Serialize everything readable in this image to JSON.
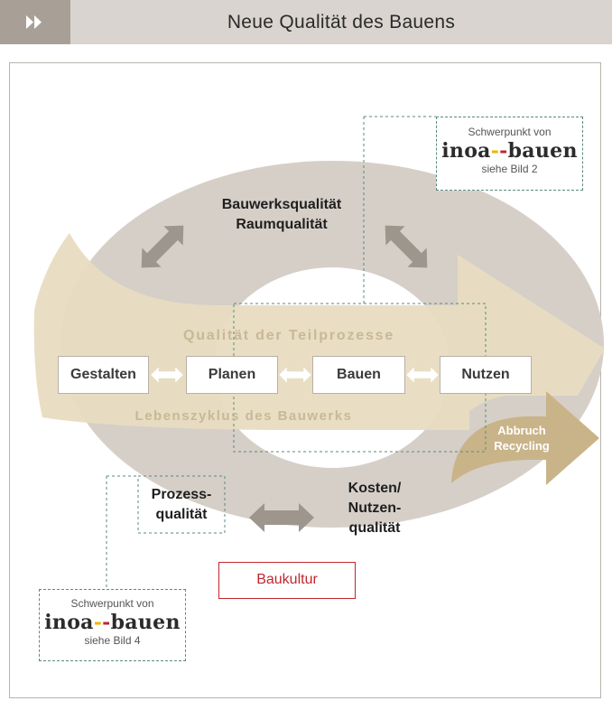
{
  "header": {
    "title": "Neue Qualität des Bauens",
    "icon": "double-chevron-right-icon"
  },
  "callout_top": {
    "line1": "Schwerpunkt von",
    "logo_a": "in",
    "logo_b": "oa",
    "logo_c": "bauen",
    "line3": "siehe Bild 2"
  },
  "callout_bottom": {
    "line1": "Schwerpunkt von",
    "logo_a": "in",
    "logo_b": "oa",
    "logo_c": "bauen",
    "line3": "siehe Bild 4"
  },
  "labels": {
    "bauwerksqualitaet": "Bauwerksqualität",
    "raumqualitaet": "Raumqualität",
    "teilprozesse": "Qualität der Teilprozesse",
    "lebenszyklus": "Lebenszyklus des Bauwerks",
    "abbruch": "Abbruch",
    "recycling": "Recycling",
    "prozess": "Prozess-",
    "prozess2": "qualität",
    "kosten": "Kosten/",
    "nutzen_q": "Nutzen-",
    "qualitaet": "qualität",
    "baukultur": "Baukultur"
  },
  "stages": [
    "Gestalten",
    "Planen",
    "Bauen",
    "Nutzen"
  ],
  "colors": {
    "ring": "#d6cfc8",
    "arrow_band": "#e8dcc1",
    "arrow_dark": "#c9b489",
    "gray_arrow": "#9e968d",
    "accent_red": "#c0272d",
    "dashed": "#5b8a7e"
  }
}
